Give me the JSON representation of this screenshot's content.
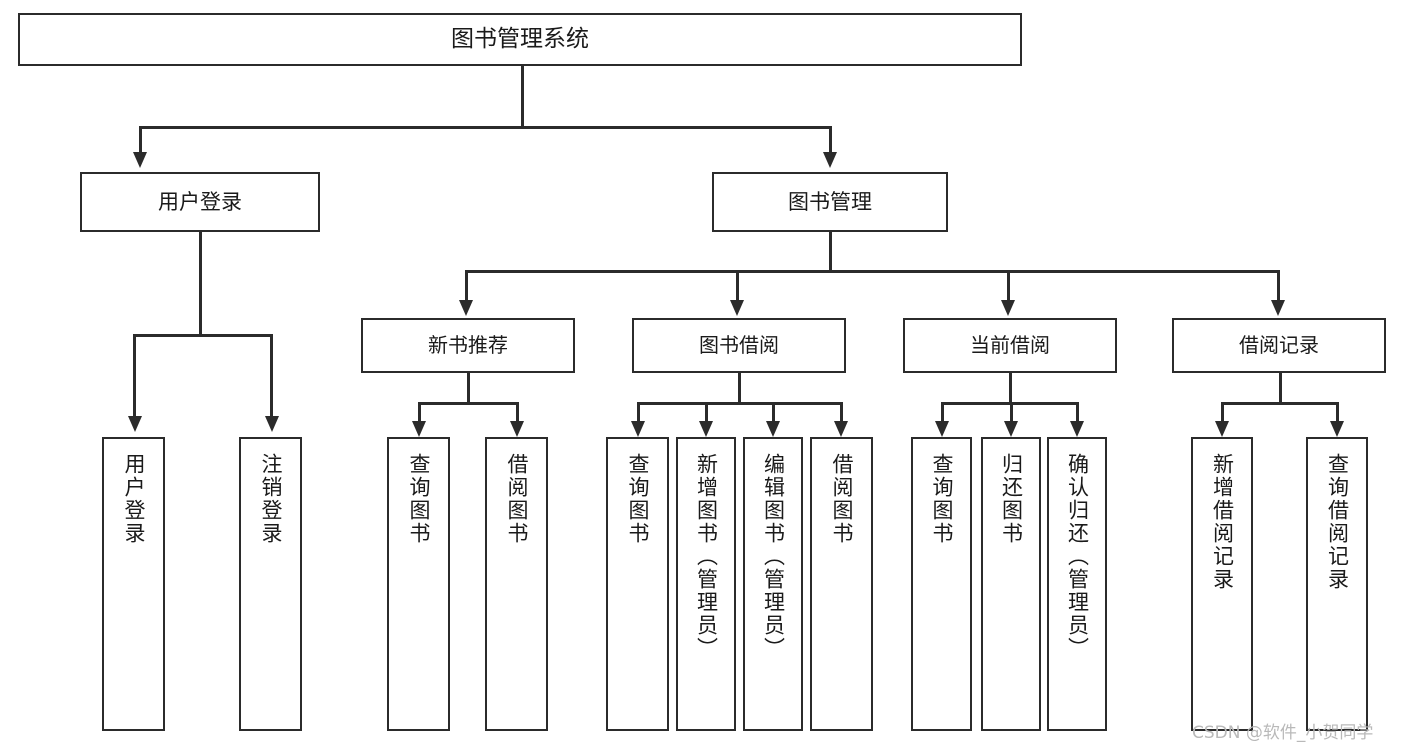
{
  "diagram": {
    "type": "tree-hierarchy",
    "title": "图书管理系统",
    "watermark": "CSDN @软件_小贺同学",
    "colors": {
      "stroke": "#2b2b2b",
      "fill": "#ffffff",
      "text": "#1a1a1a",
      "watermark": "#b9b9b9"
    },
    "nodes": {
      "root": {
        "label": "图书管理系统",
        "level": 1
      },
      "tier2": [
        {
          "id": "user-login",
          "label": "用户登录",
          "level": 2
        },
        {
          "id": "book-manage",
          "label": "图书管理",
          "level": 2
        }
      ],
      "tier3": [
        {
          "id": "new-book-rec",
          "label": "新书推荐",
          "level": 3,
          "parent": "book-manage"
        },
        {
          "id": "book-borrow",
          "label": "图书借阅",
          "level": 3,
          "parent": "book-manage"
        },
        {
          "id": "current-borrow",
          "label": "当前借阅",
          "level": 3,
          "parent": "book-manage"
        },
        {
          "id": "borrow-record",
          "label": "借阅记录",
          "level": 3,
          "parent": "book-manage"
        }
      ],
      "leaves": [
        {
          "id": "leaf-user-login",
          "label": "用户登录",
          "parent": "user-login"
        },
        {
          "id": "leaf-logout",
          "label": "注销登录",
          "parent": "user-login"
        },
        {
          "id": "leaf-query-book-1",
          "label": "查询图书",
          "parent": "new-book-rec"
        },
        {
          "id": "leaf-borrow-book-1",
          "label": "借阅图书",
          "parent": "new-book-rec"
        },
        {
          "id": "leaf-query-book-2",
          "label": "查询图书",
          "parent": "book-borrow"
        },
        {
          "id": "leaf-add-book",
          "label": "新增图书（管理员）",
          "parent": "book-borrow"
        },
        {
          "id": "leaf-edit-book",
          "label": "编辑图书（管理员）",
          "parent": "book-borrow"
        },
        {
          "id": "leaf-borrow-book-2",
          "label": "借阅图书",
          "parent": "book-borrow"
        },
        {
          "id": "leaf-query-book-3",
          "label": "查询图书",
          "parent": "current-borrow"
        },
        {
          "id": "leaf-return-book",
          "label": "归还图书",
          "parent": "current-borrow"
        },
        {
          "id": "leaf-confirm-return",
          "label": "确认归还（管理员）",
          "parent": "current-borrow"
        },
        {
          "id": "leaf-add-record",
          "label": "新增借阅记录",
          "parent": "borrow-record"
        },
        {
          "id": "leaf-query-record",
          "label": "查询借阅记录",
          "parent": "borrow-record"
        }
      ]
    }
  }
}
